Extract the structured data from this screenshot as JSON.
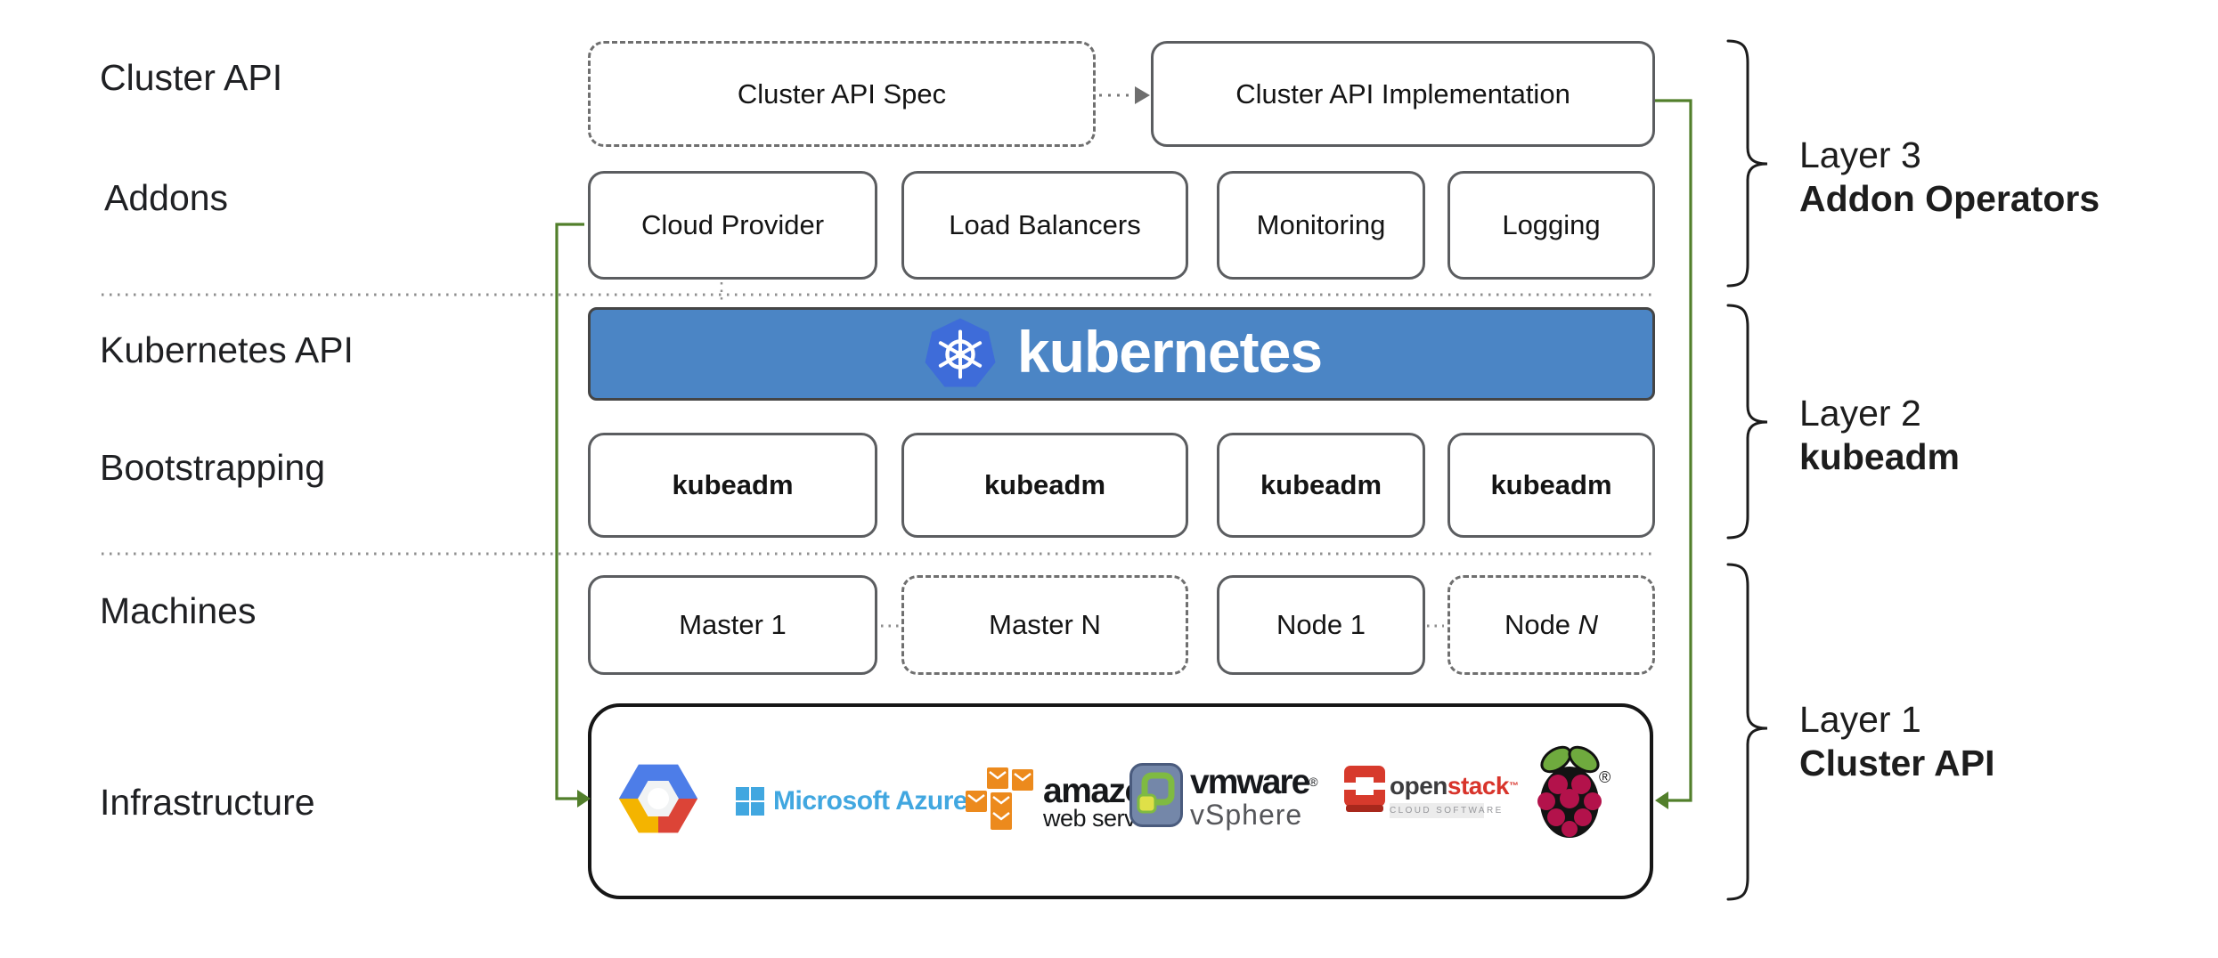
{
  "colors": {
    "kubernetes_banner_blue": "#4b85c5",
    "kubernetes_logo_blue": "#3e6cd9",
    "arrow_green": "#527f2b",
    "box_border_gray": "#5b5d60",
    "azure_blue": "#41a7e0",
    "aws_orange": "#ec8a1d",
    "openstack_red": "#d8342b",
    "raspberry_crimson": "#b3124b",
    "leaf_green": "#6faa3e"
  },
  "row_labels": {
    "cluster_api": "Cluster API",
    "addons": "Addons",
    "kubernetes_api": "Kubernetes API",
    "bootstrapping": "Bootstrapping",
    "machines": "Machines",
    "infrastructure": "Infrastructure"
  },
  "cluster_api_row": {
    "spec": "Cluster API Spec",
    "implementation": "Cluster API Implementation"
  },
  "addons_row": {
    "items": [
      "Cloud Provider",
      "Load Balancers",
      "Monitoring",
      "Logging"
    ]
  },
  "kubernetes_banner": {
    "wordmark": "kubernetes"
  },
  "bootstrapping_row": {
    "items": [
      "kubeadm",
      "kubeadm",
      "kubeadm",
      "kubeadm"
    ]
  },
  "machines_row": {
    "master_1": "Master 1",
    "master_n": "Master N",
    "node_1": "Node 1",
    "node_n_prefix": "Node ",
    "node_n_suffix": "N"
  },
  "layers": {
    "layer3": {
      "number": "Layer 3",
      "name": "Addon Operators"
    },
    "layer2": {
      "number": "Layer 2",
      "name": "kubeadm"
    },
    "layer1": {
      "number": "Layer 1",
      "name": "Cluster API"
    }
  },
  "infrastructure_box": {
    "azure": {
      "text": "Microsoft Azure"
    },
    "aws": {
      "line1": "amazon",
      "line2": "web services"
    },
    "vmware": {
      "line1": "vmware",
      "reg": "®",
      "line2": "vSphere"
    },
    "openstack": {
      "part1": "open",
      "part2": "stack",
      "tm": "™",
      "subtitle": "CLOUD SOFTWARE"
    },
    "raspberry": {
      "reg": "®"
    }
  }
}
